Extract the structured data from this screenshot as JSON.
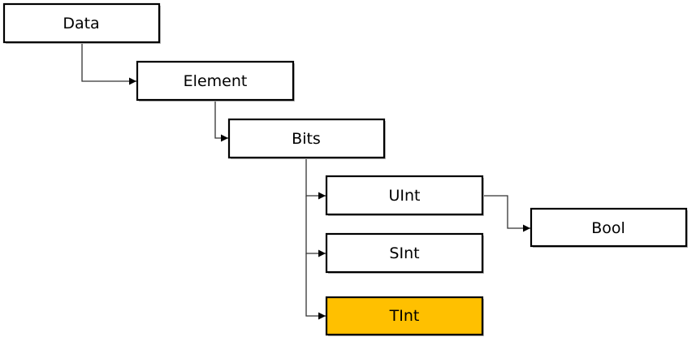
{
  "diagram": {
    "nodes": {
      "data": {
        "label": "Data"
      },
      "element": {
        "label": "Element"
      },
      "bits": {
        "label": "Bits"
      },
      "uint": {
        "label": "UInt"
      },
      "sint": {
        "label": "SInt"
      },
      "tint": {
        "label": "TInt",
        "highlight": true
      },
      "bool": {
        "label": "Bool"
      }
    },
    "edges": [
      {
        "from": "Data",
        "to": "Element"
      },
      {
        "from": "Element",
        "to": "Bits"
      },
      {
        "from": "Bits",
        "to": "UInt"
      },
      {
        "from": "Bits",
        "to": "SInt"
      },
      {
        "from": "Bits",
        "to": "TInt"
      },
      {
        "from": "UInt",
        "to": "Bool"
      }
    ],
    "colors": {
      "highlight": "#FFC000",
      "box": "#FFFFFF",
      "border": "#000000"
    }
  }
}
